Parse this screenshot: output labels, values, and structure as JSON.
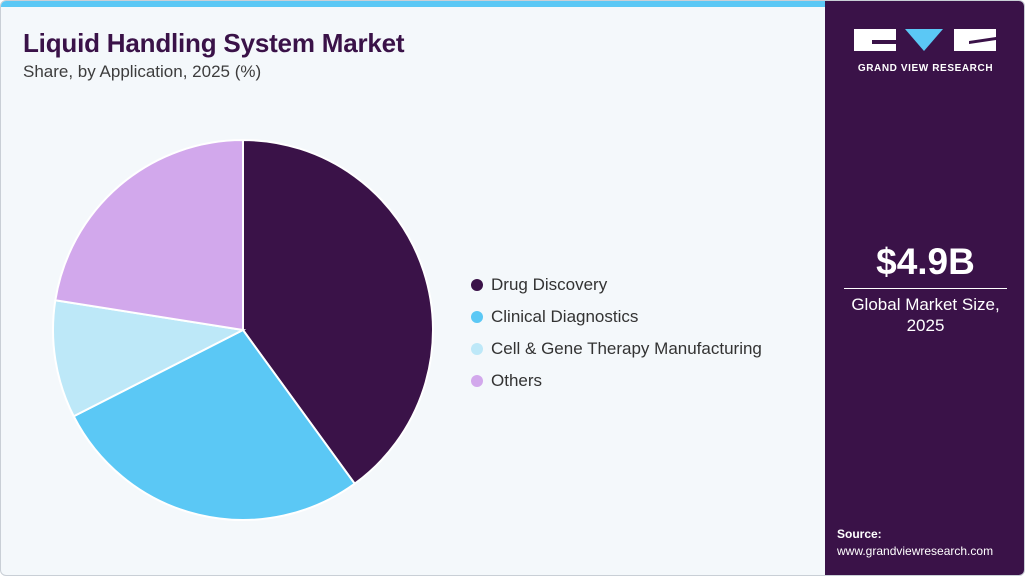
{
  "chart_data": {
    "type": "pie",
    "title": "Liquid Handling System Market",
    "subtitle": "Share, by Application, 2025 (%)",
    "legend_position": "right",
    "categories": [
      "Drug Discovery",
      "Clinical Diagnostics",
      "Cell & Gene Therapy Manufacturing",
      "Others"
    ],
    "values": [
      40.0,
      27.5,
      10.0,
      22.5
    ],
    "colors": [
      "#3a1248",
      "#5bc8f5",
      "#bde8f8",
      "#d2a8ec"
    ]
  },
  "sidebar": {
    "logo_text": "GRAND VIEW RESEARCH",
    "market_size": "$4.9B",
    "market_label": "Global Market Size, 2025",
    "source_title": "Source:",
    "source_url": "www.grandviewresearch.com",
    "logo_color": "#ffffff",
    "logo_accent": "#5bc8f5"
  }
}
